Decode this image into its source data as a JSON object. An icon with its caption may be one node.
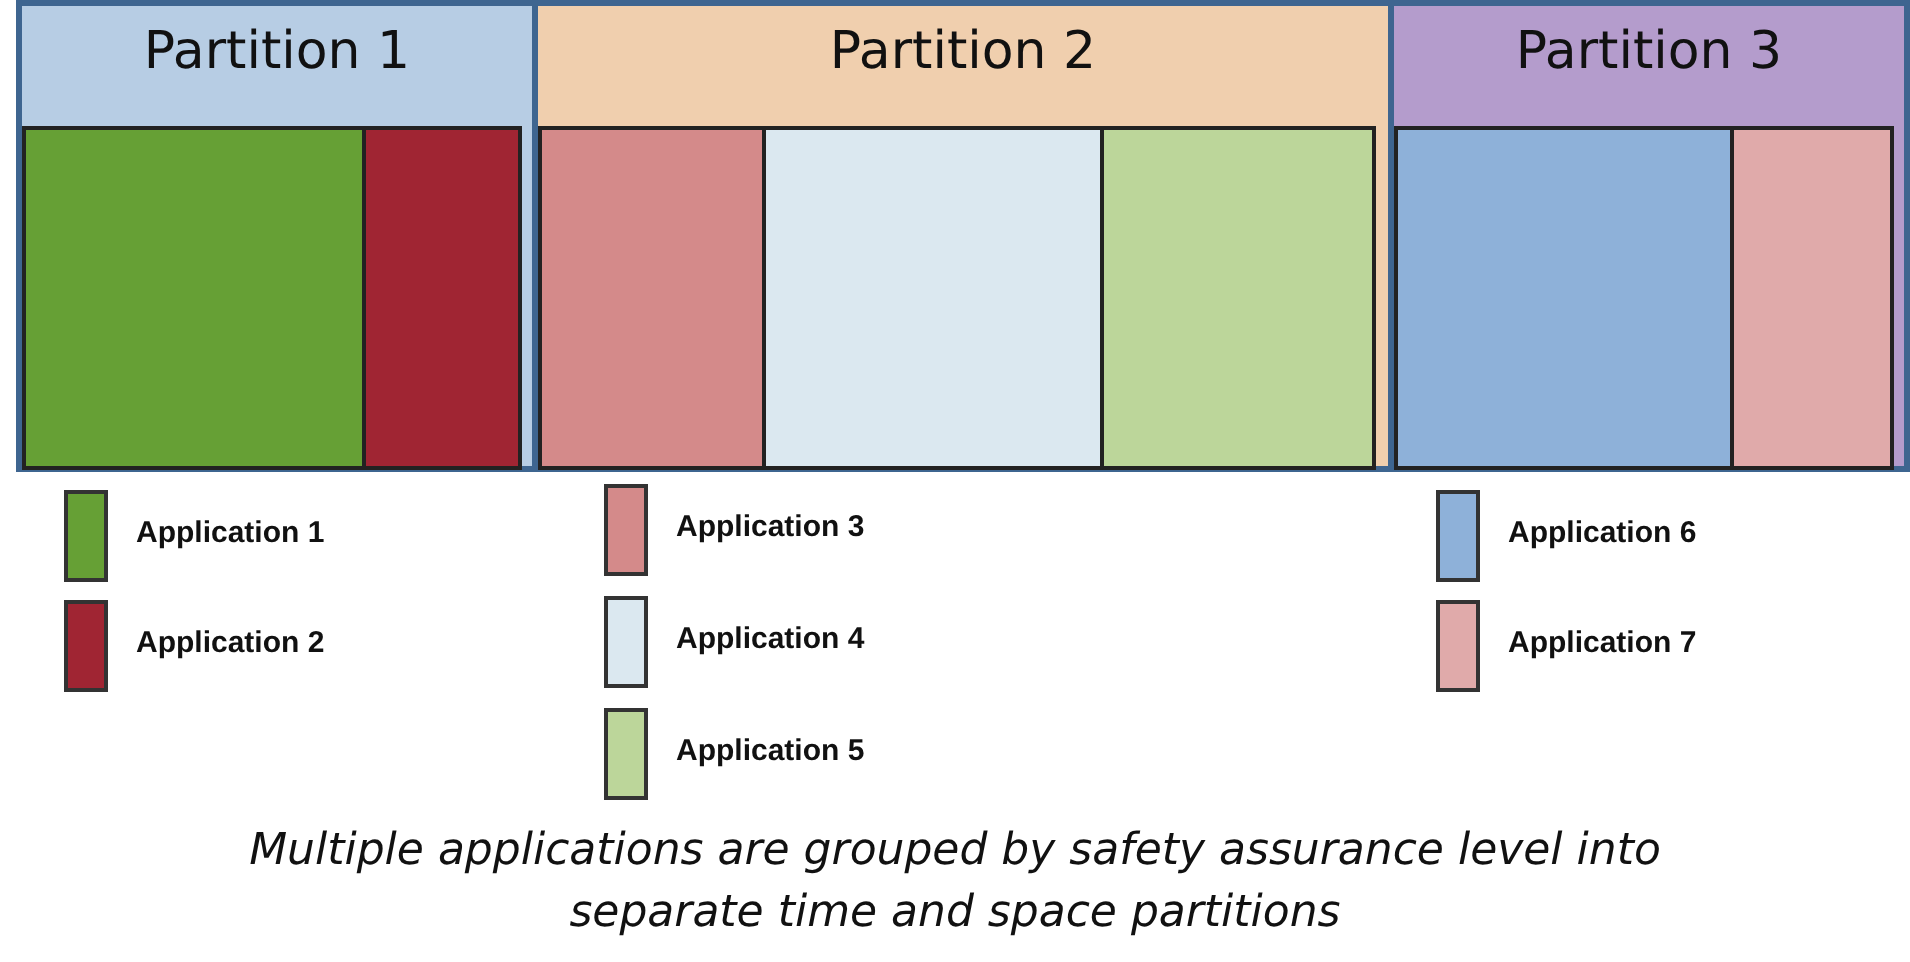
{
  "diagram": {
    "caption": "Multiple applications are grouped by safety assurance level into separate time and space partitions",
    "nodes": [
      {
        "text": [
          "Partition 1"
        ]
      },
      {
        "text": [],
        "shape": "box",
        "in": 0
      },
      {
        "text": [],
        "shape": "box",
        "in": 0
      },
      {
        "text": [
          "Partition 2"
        ]
      },
      {
        "text": [],
        "shape": "box",
        "in": 3
      },
      {
        "text": [],
        "shape": "box",
        "in": 3
      },
      {
        "text": [],
        "shape": "box",
        "in": 3
      },
      {
        "text": [
          "Partition 3"
        ]
      },
      {
        "text": [],
        "shape": "box",
        "in": 7
      },
      {
        "text": [],
        "shape": "box",
        "in": 7
      }
    ],
    "edges": [],
    "legend": [
      {
        "text": "Application 1",
        "color": "#66a035"
      },
      {
        "text": "Application 2",
        "color": "#a02533"
      },
      {
        "text": "Application 3",
        "color": "#d48a8a"
      },
      {
        "text": "Application 4",
        "color": "#dbe8f0"
      },
      {
        "text": "Application 5",
        "color": "#bcd69a"
      },
      {
        "text": "Application 6",
        "color": "#8eb1d9"
      },
      {
        "text": "Application 7",
        "color": "#e0aaaa"
      }
    ]
  }
}
